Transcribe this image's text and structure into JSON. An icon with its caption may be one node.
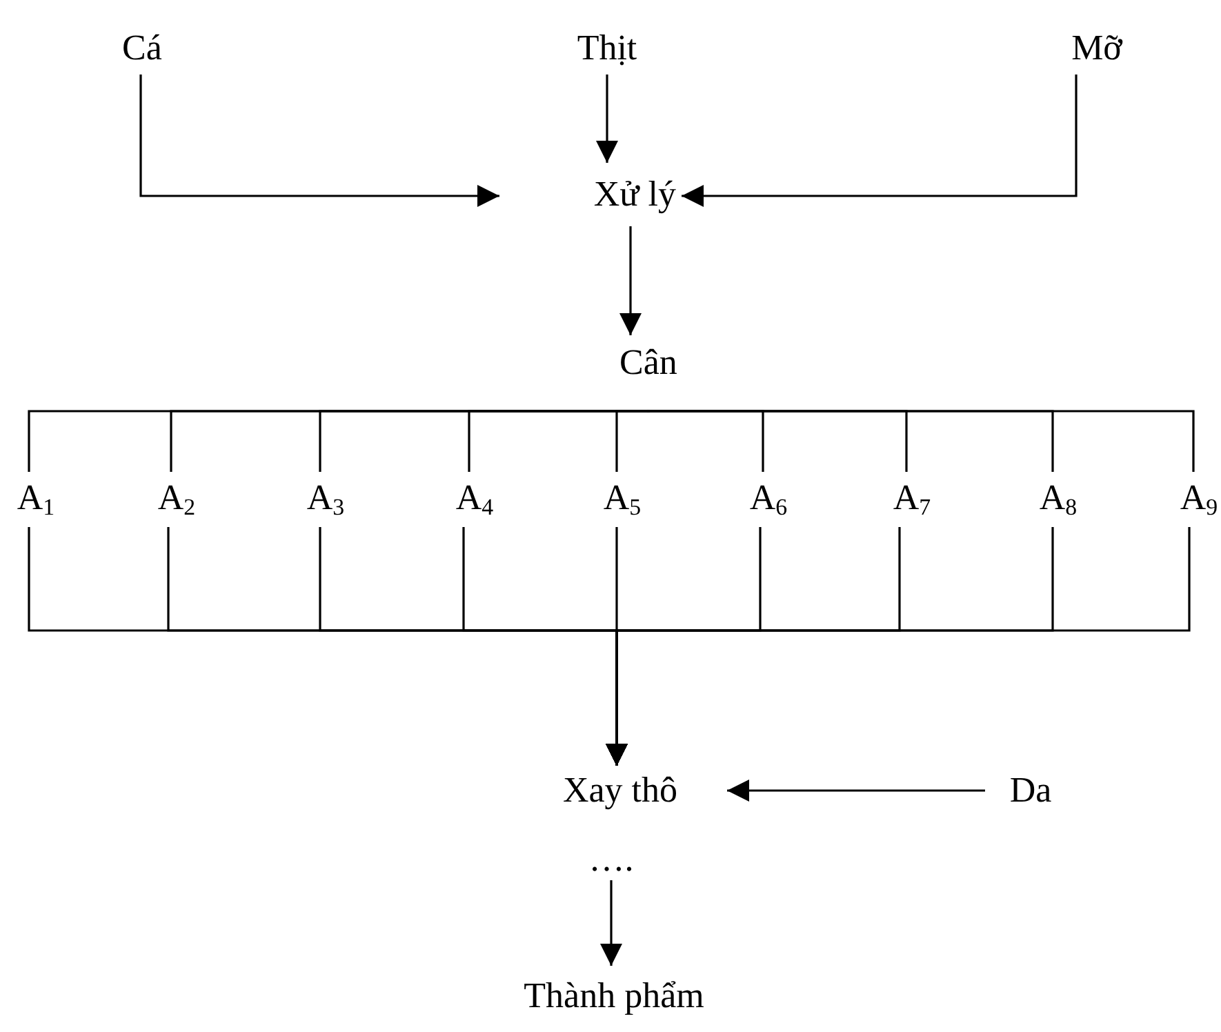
{
  "diagram": {
    "nodes": [
      {
        "text": [
          "Cá"
        ]
      },
      {
        "text": [
          "Thịt"
        ]
      },
      {
        "text": [
          "Mỡ"
        ]
      },
      {
        "text": [
          "Xử lý"
        ]
      },
      {
        "text": [
          "Cân"
        ]
      },
      {
        "text": [
          "A$_{1}$"
        ]
      },
      {
        "text": [
          "A$_{2}$"
        ]
      },
      {
        "text": [
          "A$_{3}$"
        ]
      },
      {
        "text": [
          "A$_{4}$"
        ]
      },
      {
        "text": [
          "A$_{5}$"
        ]
      },
      {
        "text": [
          "A$_{6}$"
        ]
      },
      {
        "text": [
          "A$_{7}$"
        ]
      },
      {
        "text": [
          "A$_{8}$"
        ]
      },
      {
        "text": [
          "A$_{9}$"
        ]
      },
      {
        "text": [
          "Xay thô"
        ]
      },
      {
        "text": [
          "Da"
        ]
      },
      {
        "text": [
          "…."
        ]
      },
      {
        "text": [
          "Thành phẩm"
        ]
      }
    ],
    "edges": [
      {
        "from": 0,
        "to": 3,
        "arrow": "to"
      },
      {
        "from": 1,
        "to": 3,
        "arrow": "to"
      },
      {
        "from": 2,
        "to": 3,
        "arrow": "to"
      },
      {
        "from": 3,
        "to": 4,
        "arrow": "to"
      },
      {
        "from": 4,
        "to": 5,
        "arrow": "none"
      },
      {
        "from": 4,
        "to": 6,
        "arrow": "none"
      },
      {
        "from": 4,
        "to": 7,
        "arrow": "none"
      },
      {
        "from": 4,
        "to": 8,
        "arrow": "none"
      },
      {
        "from": 4,
        "to": 9,
        "arrow": "none"
      },
      {
        "from": 4,
        "to": 10,
        "arrow": "none"
      },
      {
        "from": 4,
        "to": 11,
        "arrow": "none"
      },
      {
        "from": 4,
        "to": 12,
        "arrow": "none"
      },
      {
        "from": 4,
        "to": 13,
        "arrow": "none"
      },
      {
        "from": 5,
        "to": 14,
        "arrow": "to"
      },
      {
        "from": 6,
        "to": 14,
        "arrow": "to"
      },
      {
        "from": 7,
        "to": 14,
        "arrow": "to"
      },
      {
        "from": 8,
        "to": 14,
        "arrow": "to"
      },
      {
        "from": 9,
        "to": 14,
        "arrow": "to"
      },
      {
        "from": 10,
        "to": 14,
        "arrow": "to"
      },
      {
        "from": 11,
        "to": 14,
        "arrow": "to"
      },
      {
        "from": 12,
        "to": 14,
        "arrow": "to"
      },
      {
        "from": 13,
        "to": 14,
        "arrow": "to"
      },
      {
        "from": 15,
        "to": 14,
        "arrow": "to"
      },
      {
        "from": 16,
        "to": 17,
        "arrow": "to"
      }
    ]
  }
}
